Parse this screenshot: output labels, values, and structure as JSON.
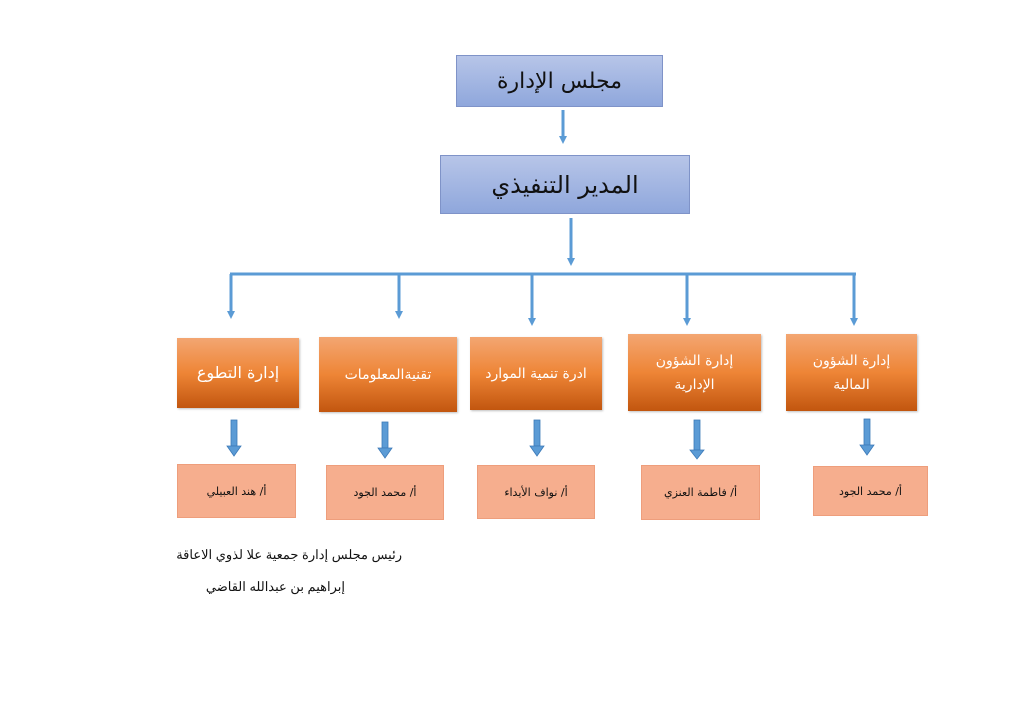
{
  "board": {
    "label": "مجلس الإدارة"
  },
  "executive": {
    "label": "المدير التنفيذي"
  },
  "departments": [
    {
      "label": "إدارة التطوع",
      "head": "أ/ هند العبيلي"
    },
    {
      "label": "تقنيةالمعلومات",
      "head": "أ/ محمد الجود"
    },
    {
      "label": "ادرة تنمية الموارد",
      "head": "أ/ نواف الأيداء"
    },
    {
      "label": "إدارة الشؤون الإدارية",
      "head": "أ/ فاطمة العنزي"
    },
    {
      "label": "إدارة الشؤون المالية",
      "head": "أ/ محمد الجود"
    }
  ],
  "signature": {
    "title": "رئيس مجلس إدارة جمعية علا لذوي الاعاقة",
    "name": "إبراهيم بن عبدالله القاضي"
  },
  "colors": {
    "connector": "#5b9bd5",
    "header_box": "#8fa7dc",
    "department_box": "#ee8536",
    "person_box": "#f6ae8e"
  }
}
